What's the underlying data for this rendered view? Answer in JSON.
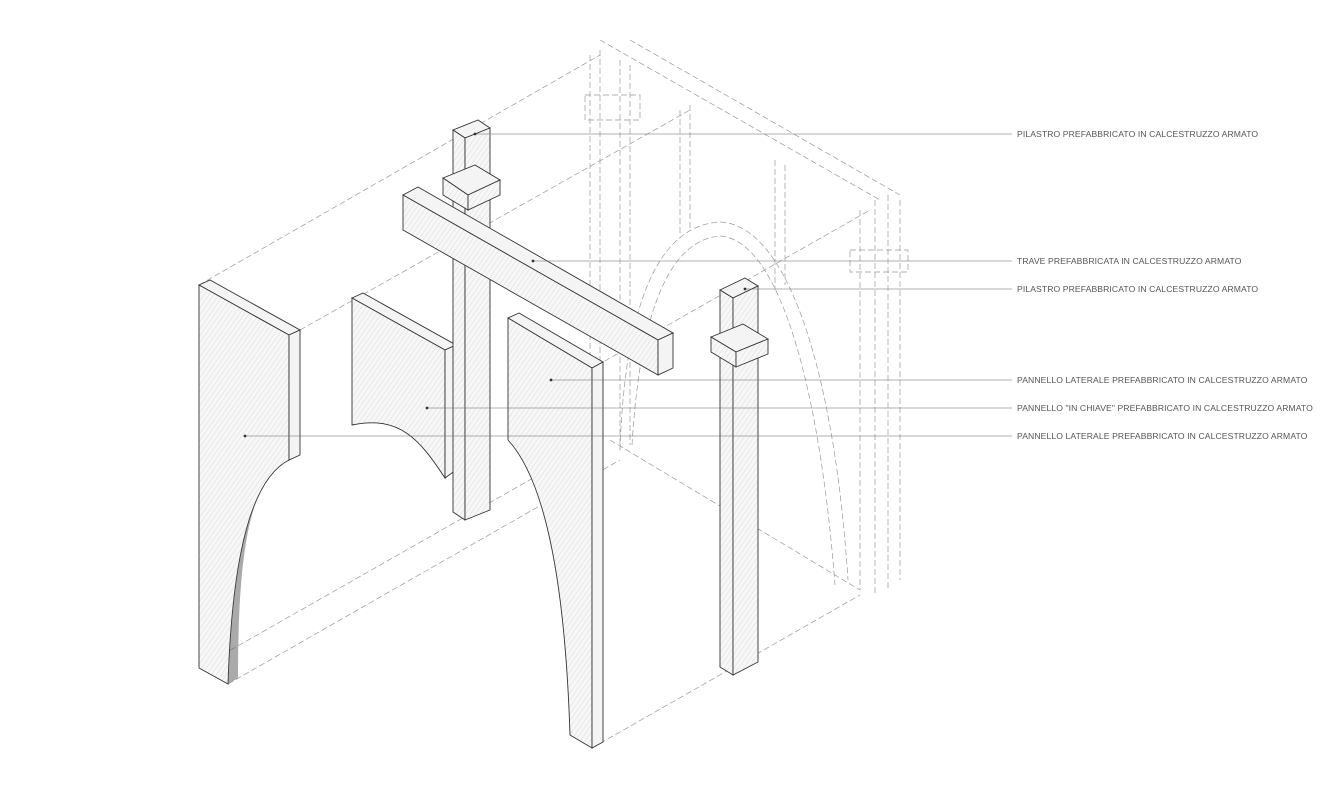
{
  "labels": [
    "PILASTRO PREFABBRICATO IN CALCESTRUZZO ARMATO",
    "TRAVE PREFABBRICATA IN CALCESTRUZZO ARMATO",
    "PILASTRO PREFABBRICATO IN CALCESTRUZZO ARMATO",
    "PANNELLO LATERALE PREFABBRICATO IN CALCESTRUZZO ARMATO",
    "PANNELLO \"IN CHIAVE\"  PREFABBRICATO IN CALCESTRUZZO ARMATO",
    "PANNELLO LATERALE PREFABBRICATO IN CALCESTRUZZO ARMATO"
  ]
}
